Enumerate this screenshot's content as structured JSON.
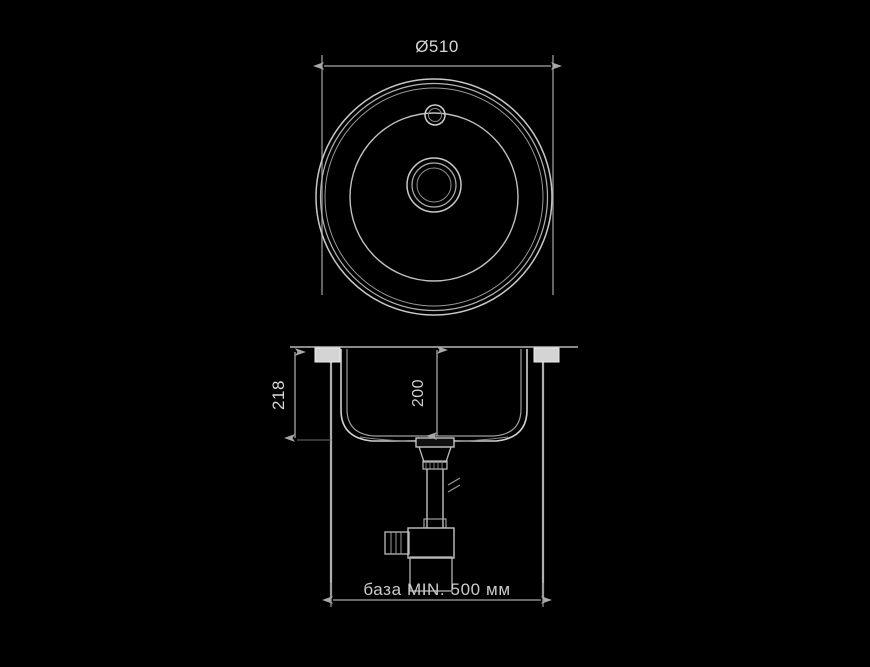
{
  "drawing": {
    "title": "Round sink installation drawing",
    "background_color": "#000000",
    "line_color": "#c8c8c8",
    "dim_color": "#a8a8a8",
    "text_color": "#d8d8d8",
    "units": "mm"
  },
  "top_view": {
    "name": "top-view",
    "diameter_label": "Ø510",
    "diameter_value": 510,
    "outer_rim_circles": 3,
    "bowl_circles": 1,
    "tap_hole": {
      "label": "tap-hole",
      "rings": 2
    },
    "drain_hole": {
      "label": "drain-hole",
      "rings": 3
    }
  },
  "section_view": {
    "name": "section-view",
    "depth_label": "218",
    "depth_value": 218,
    "bowl_depth_label": "200",
    "bowl_depth_value": 200,
    "base_label": "база MIN. 500 мм",
    "base_value": 500,
    "components": {
      "cabinet_left_wall": "cabinet-left-wall",
      "cabinet_right_wall": "cabinet-right-wall",
      "countertop": "countertop",
      "mount_clip_left": "mount-clip-left",
      "mount_clip_right": "mount-clip-right",
      "bowl": "sink-bowl",
      "drain_fitting": "drain-fitting",
      "drain_pipe": "drain-pipe",
      "siphon_body": "siphon-body",
      "siphon_outlet": "siphon-outlet"
    }
  }
}
